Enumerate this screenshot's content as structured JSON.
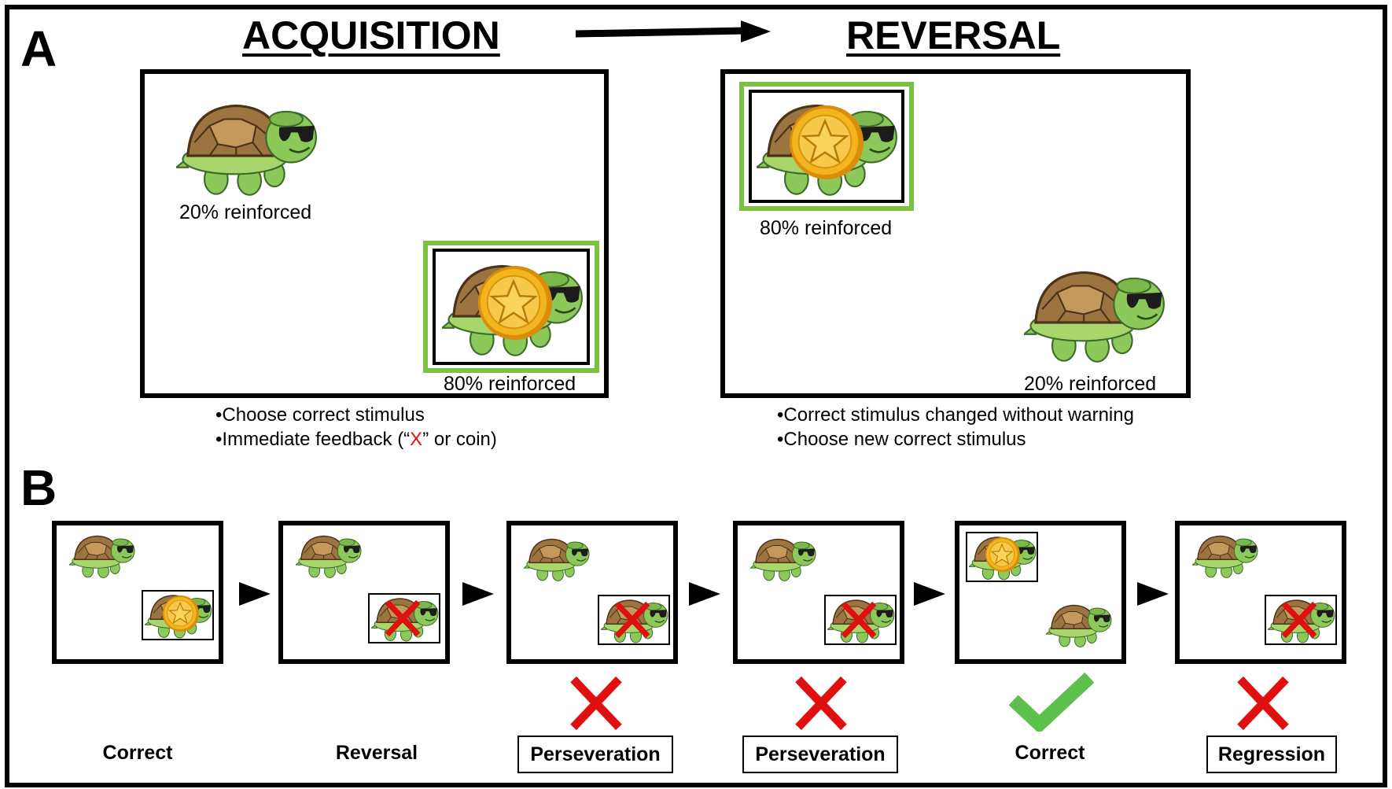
{
  "panel_a": {
    "letter": "A",
    "acquisition_title": "ACQUISITION",
    "reversal_title": "REVERSAL",
    "acquisition": {
      "top_label": "20% reinforced",
      "bottom_label": "80% reinforced",
      "bullets": [
        "•Choose correct stimulus"
      ],
      "feedback_prefix": "•Immediate feedback (“",
      "feedback_x": "X",
      "feedback_suffix": "” or coin)"
    },
    "reversal": {
      "top_label": "80% reinforced",
      "bottom_label": "20% reinforced",
      "bullets": [
        "•Correct stimulus changed without warning",
        "•Choose new correct stimulus"
      ]
    }
  },
  "panel_b": {
    "letter": "B",
    "steps": [
      {
        "label": "Correct",
        "boxed": false,
        "mark": "none"
      },
      {
        "label": "Reversal",
        "boxed": false,
        "mark": "none"
      },
      {
        "label": "Perseveration",
        "boxed": true,
        "mark": "x"
      },
      {
        "label": "Perseveration",
        "boxed": true,
        "mark": "x"
      },
      {
        "label": "Correct",
        "boxed": false,
        "mark": "check"
      },
      {
        "label": "Regression",
        "boxed": true,
        "mark": "x"
      }
    ]
  },
  "colors": {
    "green_highlight": "#7ac142",
    "red_x": "#e01010",
    "green_check": "#5cc14a",
    "turtle_body": "#8dc95a",
    "turtle_shell": "#9c7440",
    "coin": "#f2b51d"
  },
  "icons": [
    "turtle-icon",
    "coin-icon",
    "red-x-icon",
    "green-check-icon",
    "arrow-icon"
  ]
}
